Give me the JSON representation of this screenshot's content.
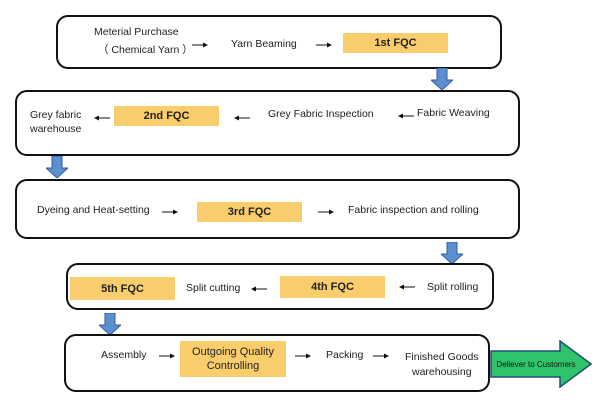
{
  "row1": {
    "purchase_line1": "Meterial Purchase",
    "purchase_line2": "（ Chemical Yarn ）",
    "beaming": "Yarn Beaming",
    "fqc": "1st FQC"
  },
  "row2": {
    "warehouse_line1": "Grey fabric",
    "warehouse_line2": "warehouse",
    "fqc": "2nd FQC",
    "inspection": "Grey Fabric Inspection",
    "weaving": "Fabric Weaving"
  },
  "row3": {
    "dyeing": "Dyeing and Heat-setting",
    "fqc": "3rd FQC",
    "rolling": "Fabric inspection and rolling"
  },
  "row4": {
    "fqc5": "5th FQC",
    "cutting": "Split cutting",
    "fqc4": "4th FQC",
    "rolling": "Split rolling"
  },
  "row5": {
    "assembly": "Assembly",
    "oqc_line1": "Outgoing Quality",
    "oqc_line2": "Controlling",
    "packing": "Packing",
    "finished_line1": "Finished Goods",
    "finished_line2": "warehousing",
    "deliver": "Deliever to Customers"
  },
  "colors": {
    "fqc_fill": "#f9cc6c",
    "flow_arrow": "#5b8fd0",
    "deliver_arrow": "#2fc46a"
  }
}
